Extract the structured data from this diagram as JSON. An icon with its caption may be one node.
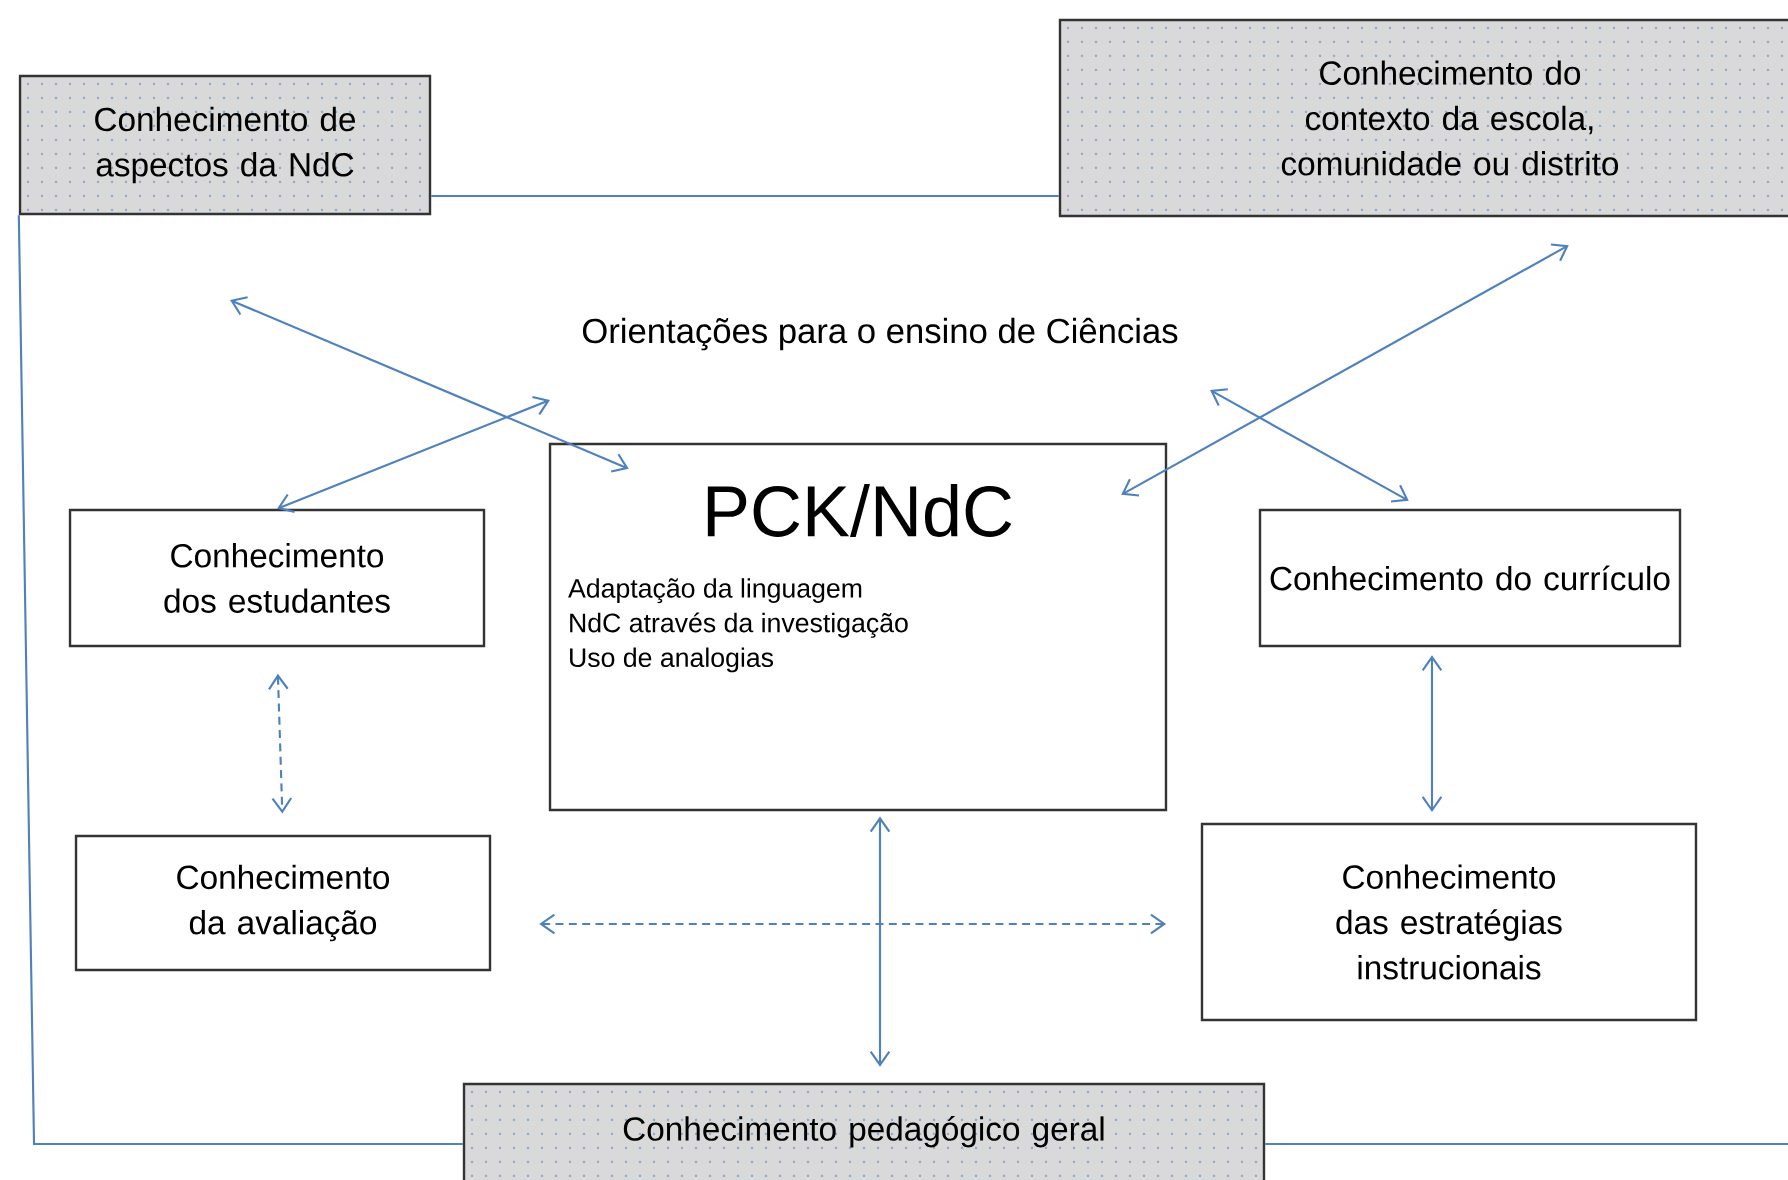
{
  "diagram": {
    "nodes": [
      {
        "text": [
          "Conhecimento de aspectos da NdC"
        ]
      },
      {
        "text": [
          "Conhecimento do contexto da escola, comunidade ou distrito"
        ]
      },
      {
        "text": [
          "PCK/NdC",
          "Adaptação da linguagem",
          "NdC através da investigação",
          "Uso de analogias"
        ]
      },
      {
        "text": [
          "Conhecimento dos estudantes"
        ]
      },
      {
        "text": [
          "Conhecimento do currículo"
        ]
      },
      {
        "text": [
          "Conhecimento da avaliação"
        ]
      },
      {
        "text": [
          "Conhecimento das estratégias instrucionais"
        ]
      },
      {
        "text": [
          "Conhecimento pedagógico geral"
        ]
      }
    ],
    "edges": [
      {
        "from": null,
        "to": 2,
        "arrow": "both"
      },
      {
        "from": 3,
        "to": null,
        "arrow": "both"
      },
      {
        "from": 2,
        "to": 1,
        "arrow": "both"
      },
      {
        "from": null,
        "to": 4,
        "arrow": "both"
      },
      {
        "from": 3,
        "to": 5,
        "arrow": "both",
        "style": "dashed"
      },
      {
        "from": 4,
        "to": 6,
        "arrow": "both"
      },
      {
        "from": 5,
        "to": 6,
        "arrow": "both",
        "style": "dashed"
      },
      {
        "from": 2,
        "to": 7,
        "arrow": "both"
      },
      {
        "from": 0,
        "to": 1,
        "arrow": "none"
      },
      {
        "from": 0,
        "to": 7,
        "arrow": "none"
      },
      {
        "from": 7,
        "to": null,
        "arrow": "none"
      }
    ],
    "labels": [
      "Orientações para o ensino de Ciências"
    ]
  }
}
